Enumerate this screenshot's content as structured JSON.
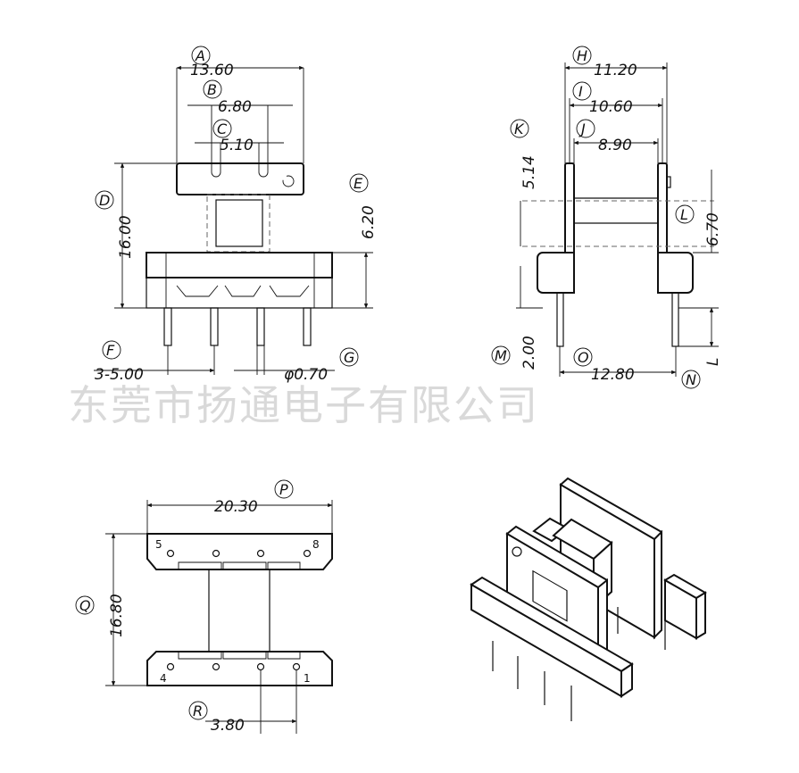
{
  "watermark": "东莞市扬通电子有限公司",
  "front_view": {
    "dims": {
      "A": "13.60",
      "B": "6.80",
      "C": "5.10",
      "D": "16.00",
      "E": "6.20",
      "F": "3-5.00",
      "G": "φ0.70"
    },
    "labels": [
      "A",
      "B",
      "C",
      "D",
      "E",
      "F",
      "G"
    ]
  },
  "side_view": {
    "dims": {
      "H": "11.20",
      "I": "10.60",
      "J": "8.90",
      "K": "5.14",
      "L": "6.70",
      "M": "2.00",
      "O": "12.80"
    },
    "labels": [
      "H",
      "I",
      "J",
      "K",
      "L",
      "M",
      "N",
      "O"
    ],
    "pin_length_label": "L"
  },
  "bottom_view": {
    "dims": {
      "P": "20.30",
      "Q": "16.80",
      "R": "3.80"
    },
    "labels": [
      "P",
      "Q",
      "R"
    ],
    "pin_numbers": [
      "5",
      "8",
      "4",
      "1"
    ]
  },
  "iso_view": {}
}
